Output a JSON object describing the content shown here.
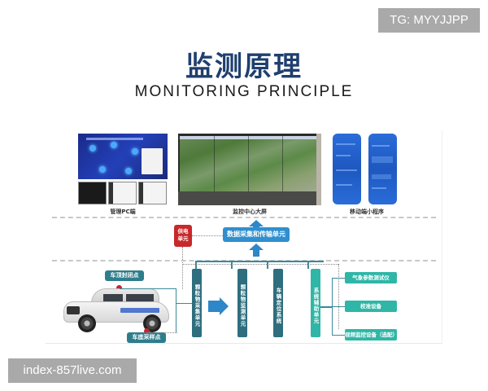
{
  "watermarks": {
    "top_right": "TG: MYYJJPP",
    "bottom_left": "index-857live.com"
  },
  "header": {
    "title_cn": "监测原理",
    "title_en": "MONITORING PRINCIPLE"
  },
  "diagram": {
    "top_layer": {
      "pc_caption": "管理PC端",
      "wall_caption": "监控中心大屏",
      "mobile_caption": "移动端小程序"
    },
    "middle_layer": {
      "data_unit": "数据采集和传输单元",
      "power_unit_line1": "供电",
      "power_unit_line2": "单元"
    },
    "bottom_layer": {
      "car_label_top": "车顶封闭点",
      "car_label_bottom": "车底采样点",
      "units": [
        "颗粒物采集单元",
        "颗粒物监测单元",
        "车辆定位系统",
        "系统辅助单元"
      ],
      "devices": [
        "气象参数测试仪",
        "校准设备",
        "视频监控设备（选配）"
      ]
    },
    "colors": {
      "title": "#1f3f6e",
      "blue_unit": "#2f8fcf",
      "power_red": "#c8282a",
      "dark_teal": "#2e6e7e",
      "teal": "#2fb6a6",
      "watermark_bg": "#a9a9a9"
    }
  }
}
